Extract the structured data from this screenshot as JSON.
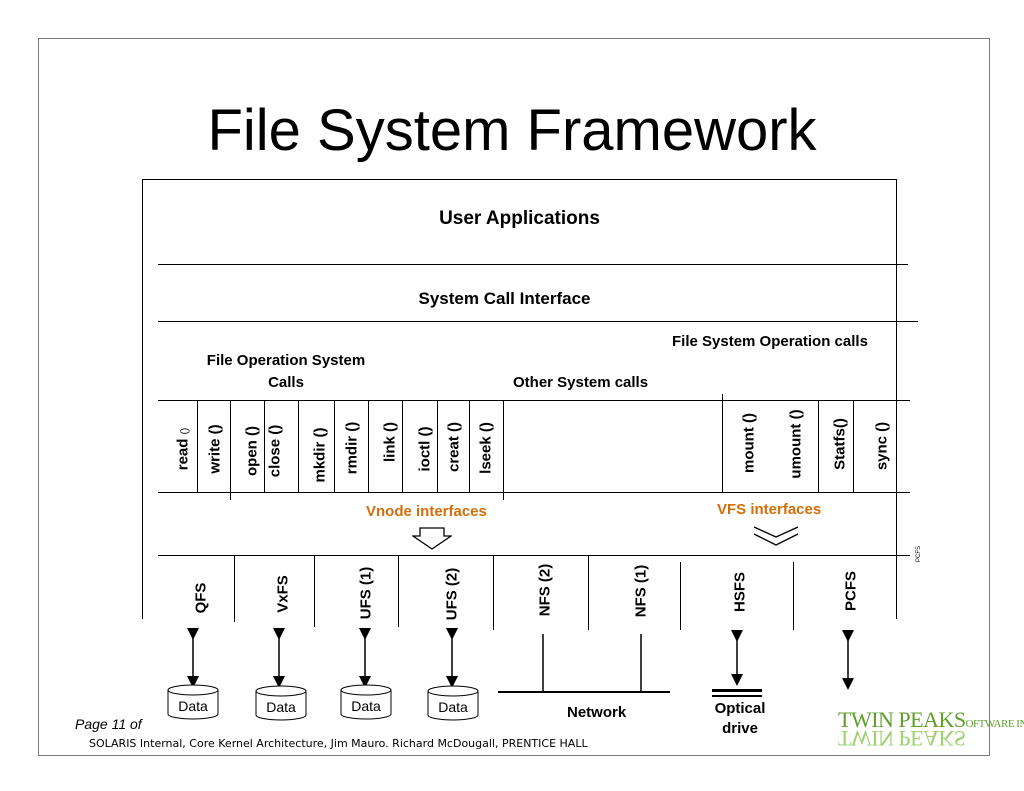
{
  "title": "File System Framework",
  "user_applications": "User Applications",
  "system_call_interface": "System Call Interface",
  "fs_operation_calls": "File System Operation calls",
  "file_operation_calls_line1": "File Operation System",
  "file_operation_calls_line2": "Calls",
  "other_system_calls": "Other System calls",
  "syscalls": {
    "read": "read",
    "read_paren": "()",
    "write": "write ()",
    "open": "open ()",
    "close": "close ()",
    "mkdir": "mkdir ()",
    "rmdir": "rmdir ()",
    "link": "link ()",
    "ioctl": "ioctl ()",
    "creat": "creat ()",
    "lseek": "lseek ()",
    "mount": "mount ()",
    "umount": "umount ()",
    "statfs": "Statfs()",
    "sync": "sync ()"
  },
  "vnode_interfaces": "Vnode interfaces",
  "vfs_interfaces": "VFS interfaces",
  "pcfs_tiny": "PCFS",
  "filesystems": {
    "qfs": "QFS",
    "vxfs": "VxFS",
    "ufs1": "UFS (1)",
    "ufs2": "UFS (2)",
    "nfs2": "NFS (2)",
    "nfs1": "NFS (1)",
    "hsfs": "HSFS",
    "pcfs": "PCFS"
  },
  "data_labels": [
    "Data",
    "Data",
    "Data",
    "Data"
  ],
  "network": "Network",
  "optical_line1": "Optical",
  "optical_line2": "drive",
  "page_label": "Page 11 of",
  "reference": "SOLARIS Internal, Core Kernel Architecture, Jim Mauro. Richard McDougall, PRENTICE HALL",
  "logo": {
    "main": "TWIN PEAKS",
    "suffix": "OFTWARE INC.",
    "mirror": "TWIN PEAKS"
  },
  "colors": {
    "accent": "#d46e0a",
    "logo_green": "#5e9e2a"
  }
}
